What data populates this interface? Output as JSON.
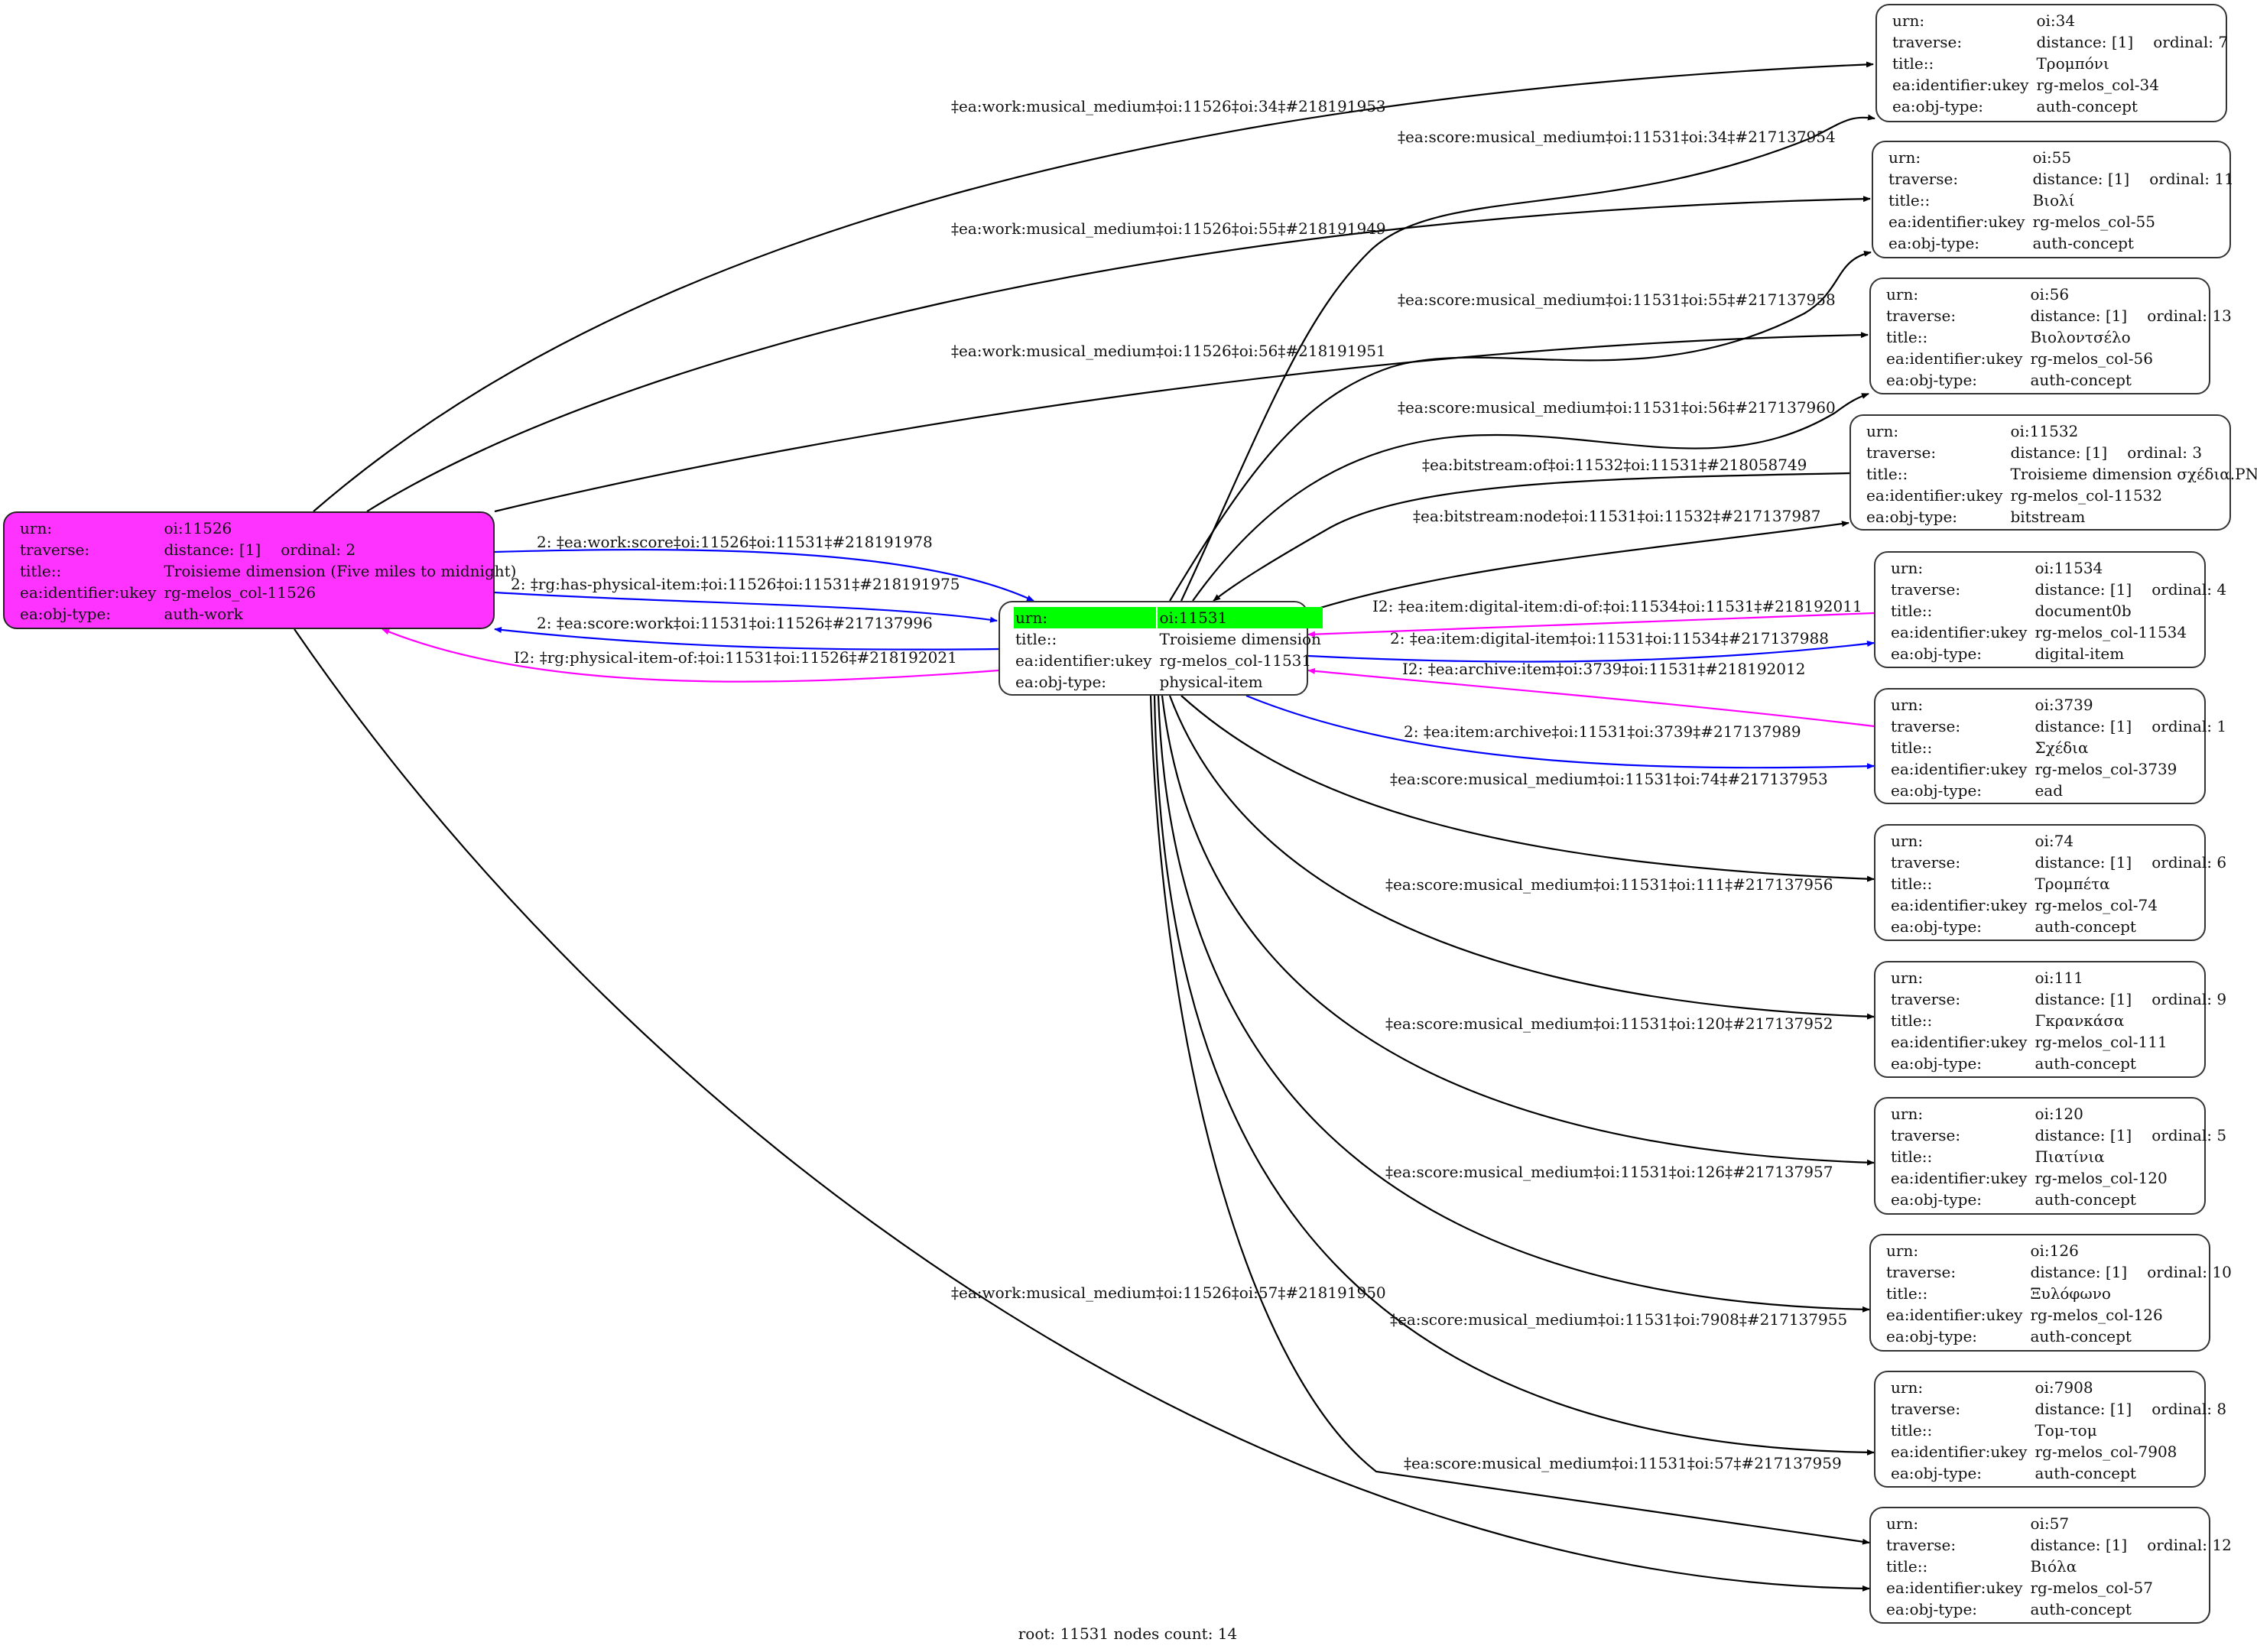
{
  "colors": {
    "root_work_fill": "#ff33ff",
    "focus_row_fill": "#00ff00",
    "edge_default": "#000000",
    "edge_blue": "#0000ff",
    "edge_magenta": "#ff00ff"
  },
  "field_labels": {
    "urn": "urn:",
    "traverse": "traverse:",
    "title": "title::",
    "ukey": "ea:identifier:ukey",
    "type": "ea:obj-type:"
  },
  "nodes": {
    "n11526": {
      "urn": "oi:11526",
      "distance": "distance: [1]",
      "ordinal": "ordinal: 2",
      "title": "Troisieme dimension (Five miles to midnight)",
      "ukey": "rg-melos_col-11526",
      "type": "auth-work"
    },
    "n11531": {
      "urn": "oi:11531",
      "title": "Troisieme dimension",
      "ukey": "rg-melos_col-11531",
      "type": "physical-item"
    },
    "n34": {
      "urn": "oi:34",
      "distance": "distance: [1]",
      "ordinal": "ordinal: 7",
      "title": "Τρομπόνι",
      "ukey": "rg-melos_col-34",
      "type": "auth-concept"
    },
    "n55": {
      "urn": "oi:55",
      "distance": "distance: [1]",
      "ordinal": "ordinal: 11",
      "title": "Βιολί",
      "ukey": "rg-melos_col-55",
      "type": "auth-concept"
    },
    "n56": {
      "urn": "oi:56",
      "distance": "distance: [1]",
      "ordinal": "ordinal: 13",
      "title": "Βιολοντσέλο",
      "ukey": "rg-melos_col-56",
      "type": "auth-concept"
    },
    "n11532": {
      "urn": "oi:11532",
      "distance": "distance: [1]",
      "ordinal": "ordinal: 3",
      "title": "Troisieme dimension σχέδια.PNG",
      "ukey": "rg-melos_col-11532",
      "type": "bitstream"
    },
    "n11534": {
      "urn": "oi:11534",
      "distance": "distance: [1]",
      "ordinal": "ordinal: 4",
      "title": "document0b",
      "ukey": "rg-melos_col-11534",
      "type": "digital-item"
    },
    "n3739": {
      "urn": "oi:3739",
      "distance": "distance: [1]",
      "ordinal": "ordinal: 1",
      "title": "Σχέδια",
      "ukey": "rg-melos_col-3739",
      "type": "ead"
    },
    "n74": {
      "urn": "oi:74",
      "distance": "distance: [1]",
      "ordinal": "ordinal: 6",
      "title": "Τρομπέτα",
      "ukey": "rg-melos_col-74",
      "type": "auth-concept"
    },
    "n111": {
      "urn": "oi:111",
      "distance": "distance: [1]",
      "ordinal": "ordinal: 9",
      "title": "Γκρανκάσα",
      "ukey": "rg-melos_col-111",
      "type": "auth-concept"
    },
    "n120": {
      "urn": "oi:120",
      "distance": "distance: [1]",
      "ordinal": "ordinal: 5",
      "title": "Πιατίνια",
      "ukey": "rg-melos_col-120",
      "type": "auth-concept"
    },
    "n126": {
      "urn": "oi:126",
      "distance": "distance: [1]",
      "ordinal": "ordinal: 10",
      "title": "Ξυλόφωνο",
      "ukey": "rg-melos_col-126",
      "type": "auth-concept"
    },
    "n7908": {
      "urn": "oi:7908",
      "distance": "distance: [1]",
      "ordinal": "ordinal: 8",
      "title": "Τομ-τομ",
      "ukey": "rg-melos_col-7908",
      "type": "auth-concept"
    },
    "n57": {
      "urn": "oi:57",
      "distance": "distance: [1]",
      "ordinal": "ordinal: 12",
      "title": "Βιόλα",
      "ukey": "rg-melos_col-57",
      "type": "auth-concept"
    }
  },
  "edges": {
    "work_34": "‡ea:work:musical_medium‡oi:11526‡oi:34‡#218191953",
    "score_34": "‡ea:score:musical_medium‡oi:11531‡oi:34‡#217137954",
    "work_55": "‡ea:work:musical_medium‡oi:11526‡oi:55‡#218191949",
    "score_55": "‡ea:score:musical_medium‡oi:11531‡oi:55‡#217137958",
    "work_56": "‡ea:work:musical_medium‡oi:11526‡oi:56‡#218191951",
    "score_56": "‡ea:score:musical_medium‡oi:11531‡oi:56‡#217137960",
    "bitstream_of": "‡ea:bitstream:of‡oi:11532‡oi:11531‡#218058749",
    "bitstream_node": "‡ea:bitstream:node‡oi:11531‡oi:11532‡#217137987",
    "work_score": "2: ‡ea:work:score‡oi:11526‡oi:11531‡#218191978",
    "has_physical_item": "2: ‡rg:has-physical-item:‡oi:11526‡oi:11531‡#218191975",
    "score_work": "2: ‡ea:score:work‡oi:11531‡oi:11526‡#217137996",
    "physical_item_of": "I2: ‡rg:physical-item-of:‡oi:11531‡oi:11526‡#218192021",
    "digital_item_di_of": "I2: ‡ea:item:digital-item:di-of:‡oi:11534‡oi:11531‡#218192011",
    "item_digital_item": "2: ‡ea:item:digital-item‡oi:11531‡oi:11534‡#217137988",
    "archive_item": "I2: ‡ea:archive:item‡oi:3739‡oi:11531‡#218192012",
    "item_archive": "2: ‡ea:item:archive‡oi:11531‡oi:3739‡#217137989",
    "score_74": "‡ea:score:musical_medium‡oi:11531‡oi:74‡#217137953",
    "score_111": "‡ea:score:musical_medium‡oi:11531‡oi:111‡#217137956",
    "score_120": "‡ea:score:musical_medium‡oi:11531‡oi:120‡#217137952",
    "score_126": "‡ea:score:musical_medium‡oi:11531‡oi:126‡#217137957",
    "work_57": "‡ea:work:musical_medium‡oi:11526‡oi:57‡#218191950",
    "score_7908": "‡ea:score:musical_medium‡oi:11531‡oi:7908‡#217137955",
    "score_57": "‡ea:score:musical_medium‡oi:11531‡oi:57‡#217137959"
  },
  "footer": "root: 11531 nodes count: 14"
}
